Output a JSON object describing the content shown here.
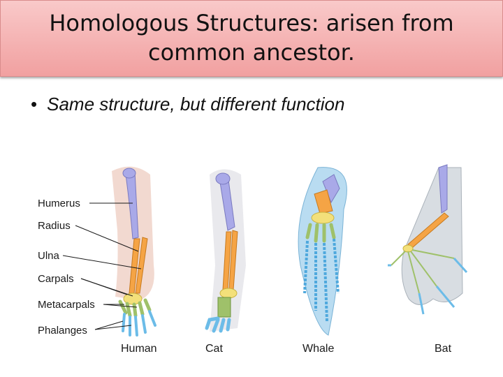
{
  "slide": {
    "title_line1": "Homologous Structures: arisen from",
    "title_line2": "common ancestor.",
    "bullet": "Same structure, but different function"
  },
  "figure": {
    "bone_labels": [
      "Humerus",
      "Radius",
      "Ulna",
      "Carpals",
      "Metacarpals",
      "Phalanges"
    ],
    "captions": [
      "Human",
      "Cat",
      "Whale",
      "Bat"
    ],
    "colors": {
      "humerus": "#a9a9e8",
      "radius_ulna": "#f5a445",
      "carpals": "#f3e07a",
      "metacarpals": "#9fc16a",
      "phalanges": "#6cbce8"
    }
  }
}
